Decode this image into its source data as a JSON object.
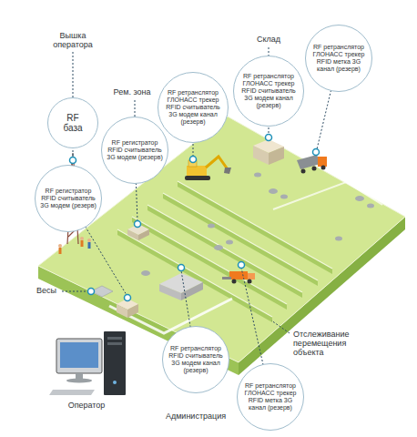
{
  "diagram": {
    "nodes": [
      {
        "text": [
          "RF база"
        ]
      },
      {
        "text": [
          "RF регистратор RFID считыватель 3G модем (резерв)"
        ]
      },
      {
        "text": [
          "RF ретранслятор ГЛОНАСС трекер RFID считыватель 3G модем канал (резерв)"
        ]
      },
      {
        "text": [
          "RF ретранслятор ГЛОНАСС трекер RFID считыватель 3G модем канал (резерв)"
        ]
      },
      {
        "text": [
          "RF ретранслятор ГЛОНАСС трекер RFID метка 3G канал (резерв)"
        ]
      },
      {
        "text": [
          "RF регистратор RFID считыватель 3G модем (резерв)"
        ]
      },
      {
        "text": [
          "RF ретранслятор RFID считыватель 3G модем канал (резерв)"
        ]
      },
      {
        "text": [
          "RF ретранслятор ГЛОНАСС трекер RFID метка 3G канал (резерв)"
        ]
      }
    ],
    "labels": [
      "Вышка оператора",
      "Рем. зона",
      "Склад",
      "Весы",
      "Отслеживание перемещения объекта",
      "Оператор",
      "Администрация"
    ]
  }
}
